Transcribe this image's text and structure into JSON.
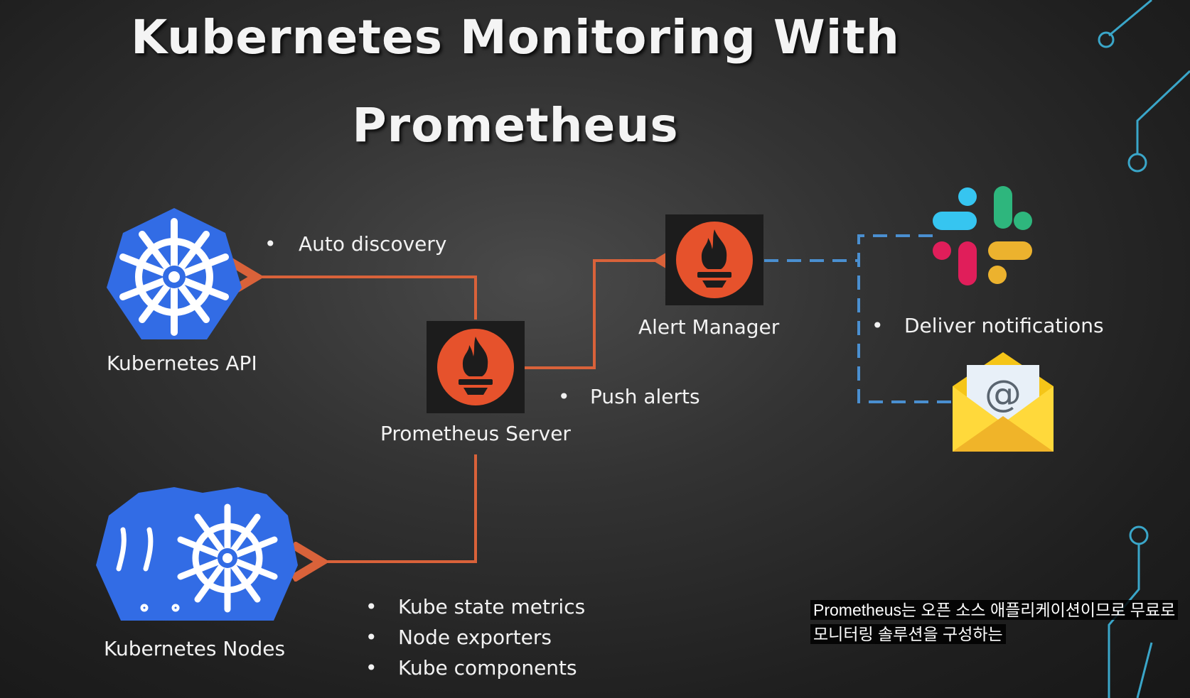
{
  "title": {
    "line1": "Kubernetes Monitoring With",
    "line2": "Prometheus"
  },
  "nodes": {
    "kubernetes_api": "Kubernetes API",
    "prometheus_server": "Prometheus Server",
    "alert_manager": "Alert Manager",
    "kubernetes_nodes": "Kubernetes Nodes"
  },
  "edge_labels": {
    "auto_discovery": "Auto discovery",
    "push_alerts": "Push alerts",
    "deliver_notifications": "Deliver notifications"
  },
  "node_metrics": [
    "Kube state metrics",
    "Node exporters",
    "Kube components"
  ],
  "colors": {
    "kubernetes_blue": "#326ce5",
    "prometheus_orange": "#e6522c",
    "arrow_orange": "#d9623a",
    "dashed_blue": "#4a8fd0",
    "circuit_teal": "#3aa6c9"
  },
  "icons": {
    "kubernetes_api": "kubernetes-helm-icon",
    "kubernetes_nodes": "kubernetes-nodes-icon",
    "prometheus_server": "prometheus-flame-icon",
    "alert_manager": "prometheus-flame-icon",
    "slack": "slack-icon",
    "email": "email-envelope-icon"
  },
  "subtitle_caption": {
    "line1": "Prometheus는 오픈 소스 애플리케이션이므로 무료로",
    "line2": "모니터링 솔루션을 구성하는"
  }
}
